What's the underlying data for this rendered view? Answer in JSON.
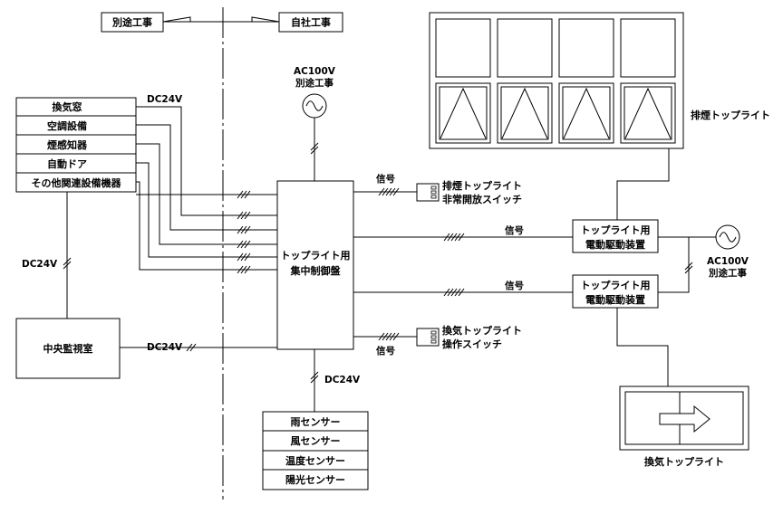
{
  "zones": {
    "left": "別途工事",
    "right": "自社工事"
  },
  "inputs": [
    "換気窓",
    "空調設備",
    "煙感知器",
    "自動ドア",
    "その他関連設備機器"
  ],
  "central_monitor": "中央監視室",
  "control_panel": {
    "line1": "トップライト用",
    "line2": "集中制御盤"
  },
  "sensors": [
    "雨センサー",
    "風センサー",
    "温度センサー",
    "陽光センサー"
  ],
  "power_top": {
    "line1": "AC100V",
    "line2": "別途工事"
  },
  "power_right": {
    "line1": "AC100V",
    "line2": "別途工事"
  },
  "labels": {
    "dc24v_inputs": "DC24V",
    "dc24v_left": "DC24V",
    "dc24v_monitor": "DC24V",
    "dc24v_sensors": "DC24V",
    "signal_smoke_switch": "信号",
    "signal_drive_1": "信号",
    "signal_drive_2": "信号",
    "signal_vent_switch": "信号"
  },
  "smoke_switch": {
    "line1": "排煙トップライト",
    "line2": "非常開放スイッチ"
  },
  "vent_switch": {
    "line1": "換気トップライト",
    "line2": "操作スイッチ"
  },
  "drive_units": [
    {
      "line1": "トップライト用",
      "line2": "電動駆動装置"
    },
    {
      "line1": "トップライト用",
      "line2": "電動駆動装置"
    }
  ],
  "smoke_toplight": "排煙トップライト",
  "vent_toplight": "換気トップライト"
}
